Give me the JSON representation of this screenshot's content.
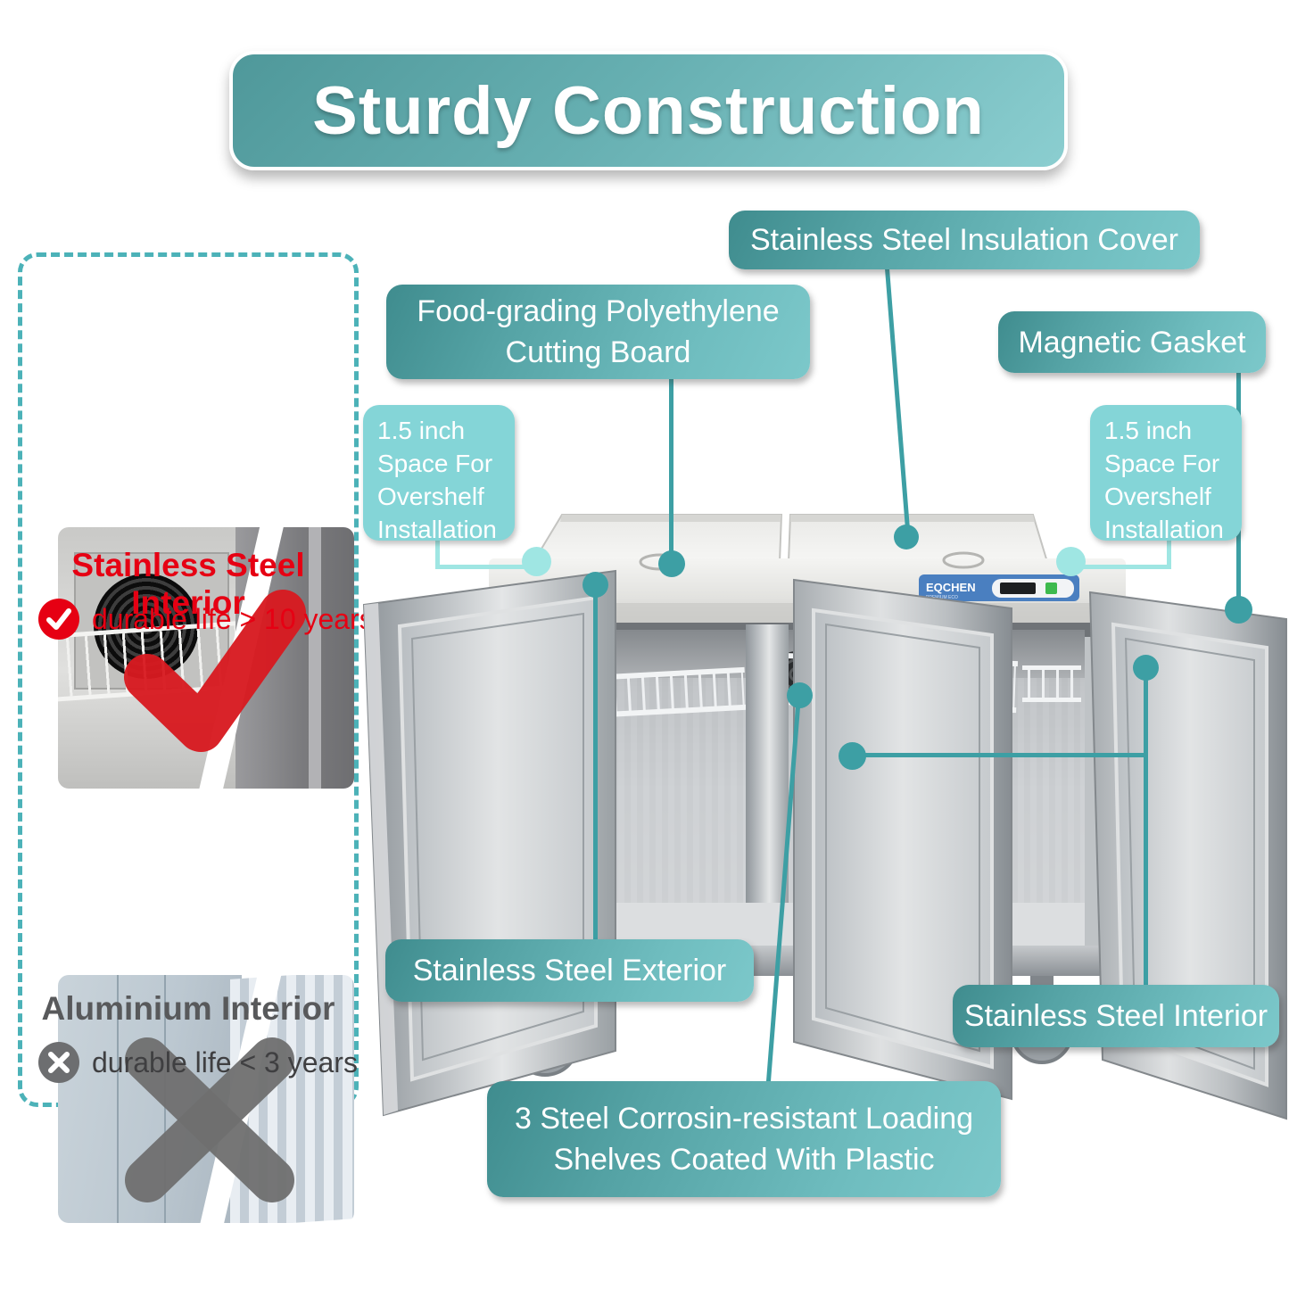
{
  "banner": {
    "title": "Sturdy Construction"
  },
  "comparison_panel": {
    "good": {
      "label": "Stainless Steel Interior",
      "note": "durable life > 10 years"
    },
    "bad": {
      "label": "Aluminium Interior",
      "note": "durable life < 3 years"
    }
  },
  "callouts": {
    "insulation_cover": {
      "text": "Stainless Steel Insulation Cover"
    },
    "cutting_board": {
      "line1": "Food-grading  Polyethylene",
      "line2": "Cutting Board"
    },
    "magnetic_gasket": {
      "text": "Magnetic Gasket"
    },
    "overshelf_left": {
      "lines": [
        "1.5 inch",
        "Space For",
        "Overshelf",
        "Installation"
      ]
    },
    "overshelf_right": {
      "lines": [
        "1.5 inch",
        "Space For",
        "Overshelf",
        "Installation"
      ]
    },
    "exterior": {
      "text": "Stainless Steel Exterior"
    },
    "interior": {
      "text": "Stainless Steel Interior"
    },
    "loading_shelves": {
      "line1": "3 Steel Corrosin-resistant Loading",
      "line2": "Shelves Coated With Plastic"
    }
  },
  "product": {
    "brand": "EQCHEN",
    "model_text": "PREMIUM ECO"
  },
  "colors": {
    "label_teal_dark": "#3f8c8e",
    "label_teal_light": "#7cc8ca",
    "small_label_teal": "#84d5d7",
    "connector_teal": "#3d9fa4",
    "connector_light_teal": "#9fe6e3",
    "good_red": "#e60012",
    "bad_gray": "#6d6e70",
    "brand_blue": "#4a7fc0"
  }
}
